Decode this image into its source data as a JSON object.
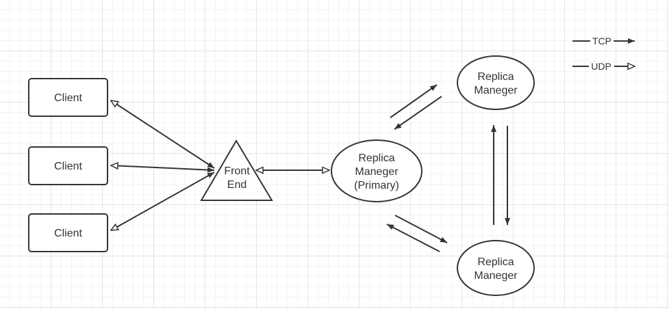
{
  "diagram": {
    "clients": [
      {
        "label": "Client"
      },
      {
        "label": "Client"
      },
      {
        "label": "Client"
      }
    ],
    "front_end": {
      "lines": [
        "Front",
        "End"
      ]
    },
    "primary": {
      "lines": [
        "Replica",
        "Maneger",
        "(Primary)"
      ]
    },
    "replica_top": {
      "lines": [
        "Replica",
        "Maneger"
      ]
    },
    "replica_bottom": {
      "lines": [
        "Replica",
        "Maneger"
      ]
    },
    "legend": {
      "tcp": "TCP",
      "udp": "UDP"
    },
    "colors": {
      "stroke": "#333333",
      "fill": "#ffffff"
    }
  }
}
